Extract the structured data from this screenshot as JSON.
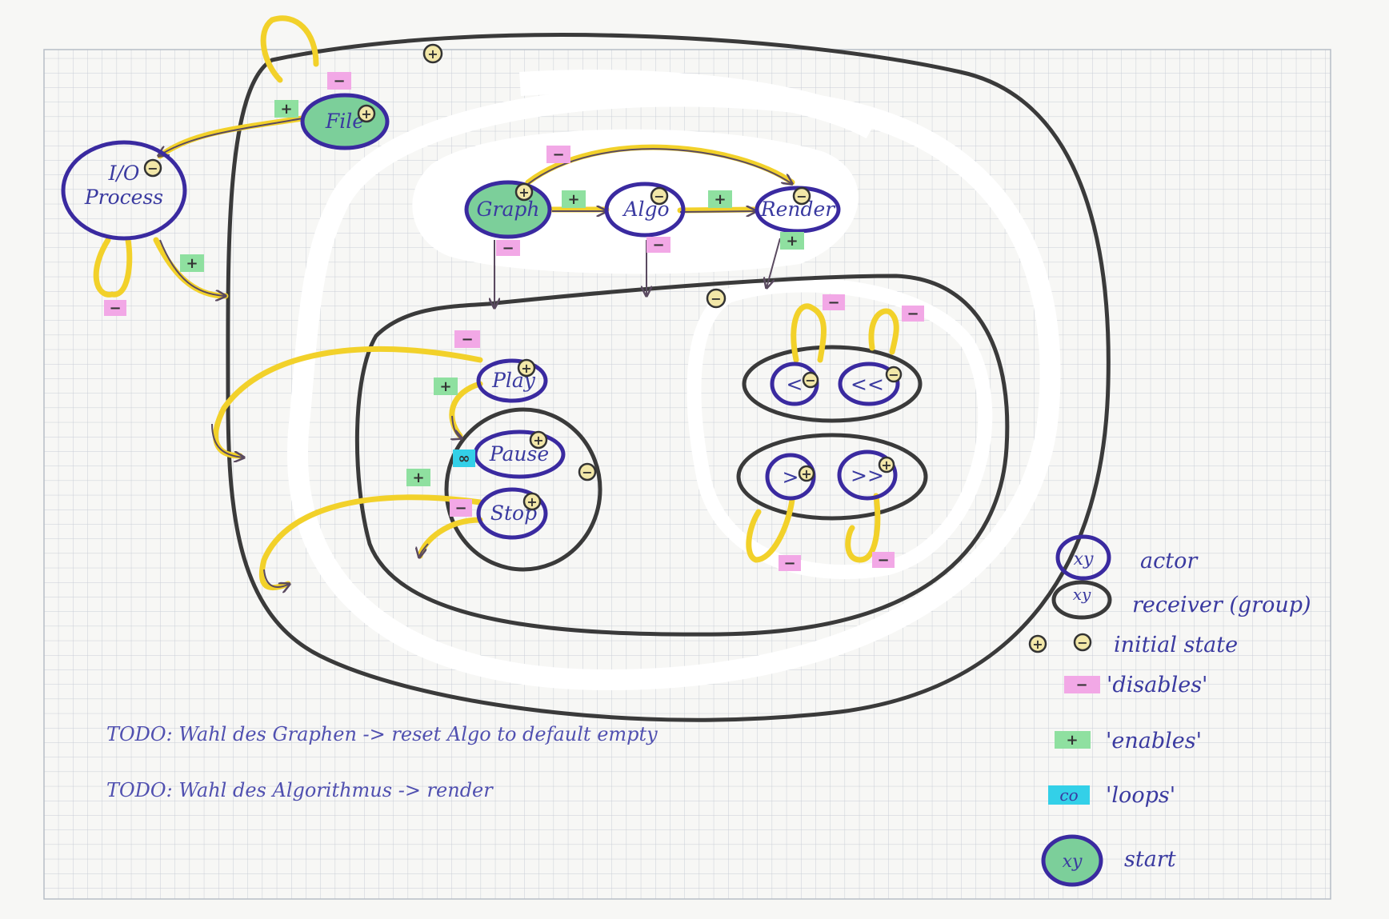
{
  "nodes": {
    "file": "File",
    "io_process": "I/O Process",
    "graph": "Graph",
    "algo": "Algo",
    "render": "Render",
    "play": "Play",
    "pause": "Pause",
    "stop": "Stop",
    "step_back": "<",
    "skip_back": "<<",
    "step_forward": ">",
    "skip_forward": ">>"
  },
  "marks": {
    "enable": "+",
    "disable": "−",
    "loop": "∞"
  },
  "legend": {
    "sample": "xy",
    "actor": "actor",
    "receiver": "receiver (group)",
    "initial_state": "initial state",
    "disables": "'disables'",
    "enables": "'enables'",
    "loop_sample": "co",
    "loops": "'loops'",
    "start": "start"
  },
  "todos": [
    "TODO: Wahl des Graphen -> reset Algo to default empty",
    "TODO: Wahl des Algorithmus -> render"
  ],
  "colors": {
    "actor": "#3a2aa0",
    "receiver": "#3a3a3a",
    "start_fill": "#7ccf9a",
    "enables": "#8fe0a0",
    "disables": "#f2a8e6",
    "loops": "#33d0e8",
    "yellow_arrow": "#f2d12a",
    "grid": "#c9ced6"
  }
}
